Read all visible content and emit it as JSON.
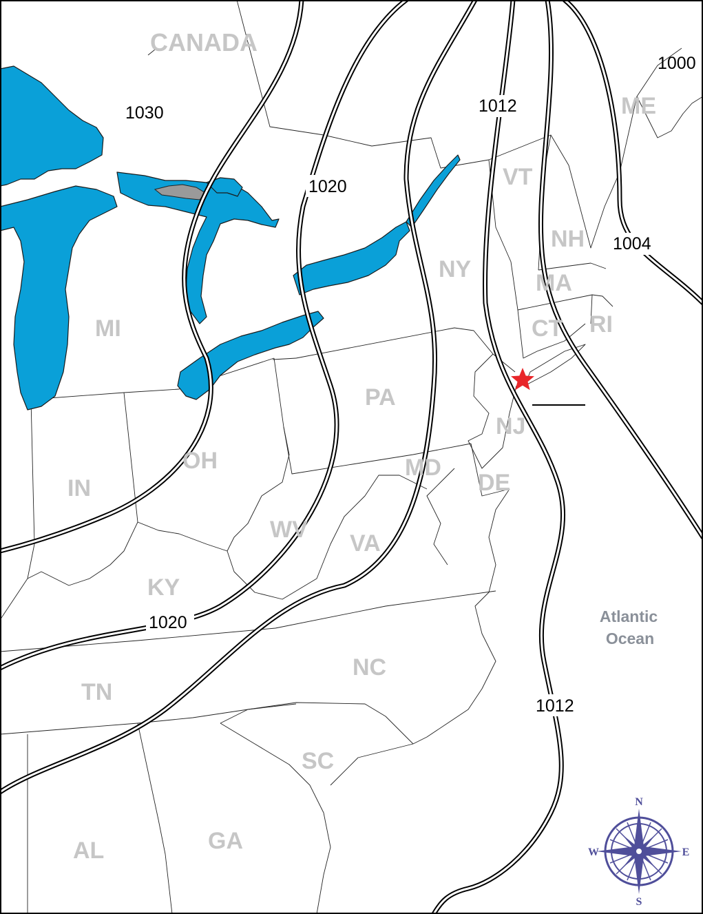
{
  "map": {
    "country_label": "CANADA",
    "states": [
      {
        "id": "mi",
        "abbr": "MI"
      },
      {
        "id": "oh",
        "abbr": "OH"
      },
      {
        "id": "in",
        "abbr": "IN"
      },
      {
        "id": "ky",
        "abbr": "KY"
      },
      {
        "id": "wv",
        "abbr": "WV"
      },
      {
        "id": "va",
        "abbr": "VA"
      },
      {
        "id": "pa",
        "abbr": "PA"
      },
      {
        "id": "ny",
        "abbr": "NY"
      },
      {
        "id": "vt",
        "abbr": "VT"
      },
      {
        "id": "nh",
        "abbr": "NH"
      },
      {
        "id": "me",
        "abbr": "ME"
      },
      {
        "id": "ma",
        "abbr": "MA"
      },
      {
        "id": "ct",
        "abbr": "CT"
      },
      {
        "id": "ri",
        "abbr": "RI"
      },
      {
        "id": "nj",
        "abbr": "NJ"
      },
      {
        "id": "md",
        "abbr": "MD"
      },
      {
        "id": "de",
        "abbr": "DE"
      },
      {
        "id": "nc",
        "abbr": "NC"
      },
      {
        "id": "tn",
        "abbr": "TN"
      },
      {
        "id": "sc",
        "abbr": "SC"
      },
      {
        "id": "ga",
        "abbr": "GA"
      },
      {
        "id": "al",
        "abbr": "AL"
      }
    ],
    "isobar_labels": {
      "l1030": "1030",
      "l1020_north": "1020",
      "l1020_south": "1020",
      "l1012_north": "1012",
      "l1012_south": "1012",
      "l1004": "1004",
      "l1000": "1000"
    },
    "ocean": {
      "line1": "Atlantic",
      "line2": "Ocean"
    },
    "compass": {
      "n": "N",
      "s": "S",
      "e": "E",
      "w": "W"
    },
    "marker": "red-star",
    "colors": {
      "water": "#0aa0d8",
      "island": "#9a9a9a",
      "state_label": "#c6c6c6",
      "ocean_label": "#8a9099",
      "compass": "#4f4e9a",
      "marker": "#e8262a"
    }
  }
}
